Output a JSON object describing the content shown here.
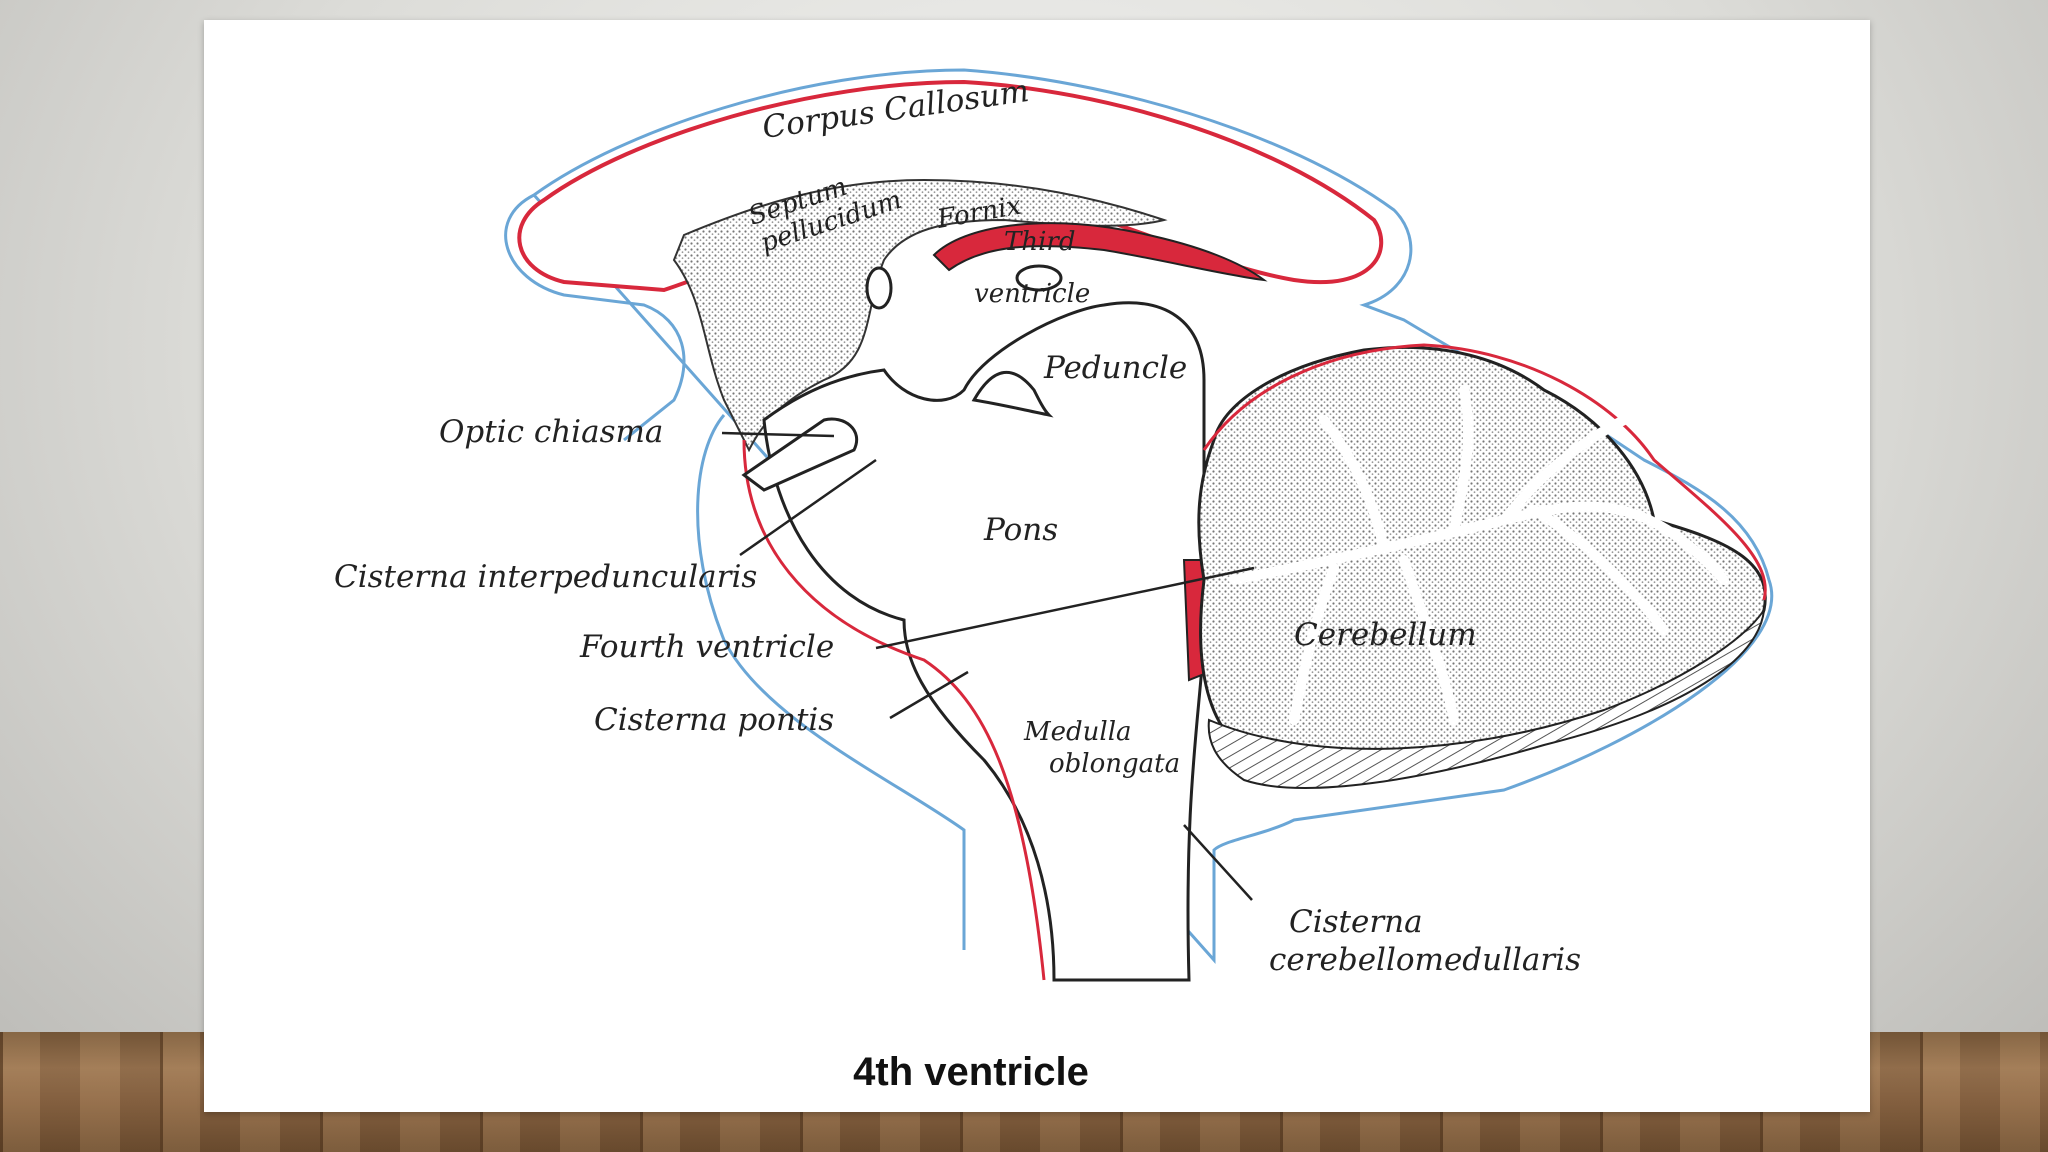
{
  "diagram": {
    "labels": {
      "corpus_callosum": "Corpus Callosum",
      "septum": "Septum",
      "pellucidum": "pellucidum",
      "fornix": "Fornix",
      "third": "Third",
      "ventricle": "ventricle",
      "peduncle": "Peduncle",
      "optic_chiasma": "Optic chiasma",
      "cisterna_interpeduncularis": "Cisterna interpeduncularis",
      "fourth_ventricle": "Fourth ventricle",
      "cisterna_pontis": "Cisterna pontis",
      "pons": "Pons",
      "medulla": "Medulla",
      "oblongata": "oblongata",
      "cerebellum": "Cerebellum",
      "cisterna": "Cisterna",
      "cerebellomedullaris": "cerebellomedullaris"
    }
  },
  "caption": "4th ventricle",
  "colors": {
    "pia_red": "#d8283c",
    "arachnoid_blue": "#6aa6d6",
    "stipple": "#9a9a9a"
  }
}
